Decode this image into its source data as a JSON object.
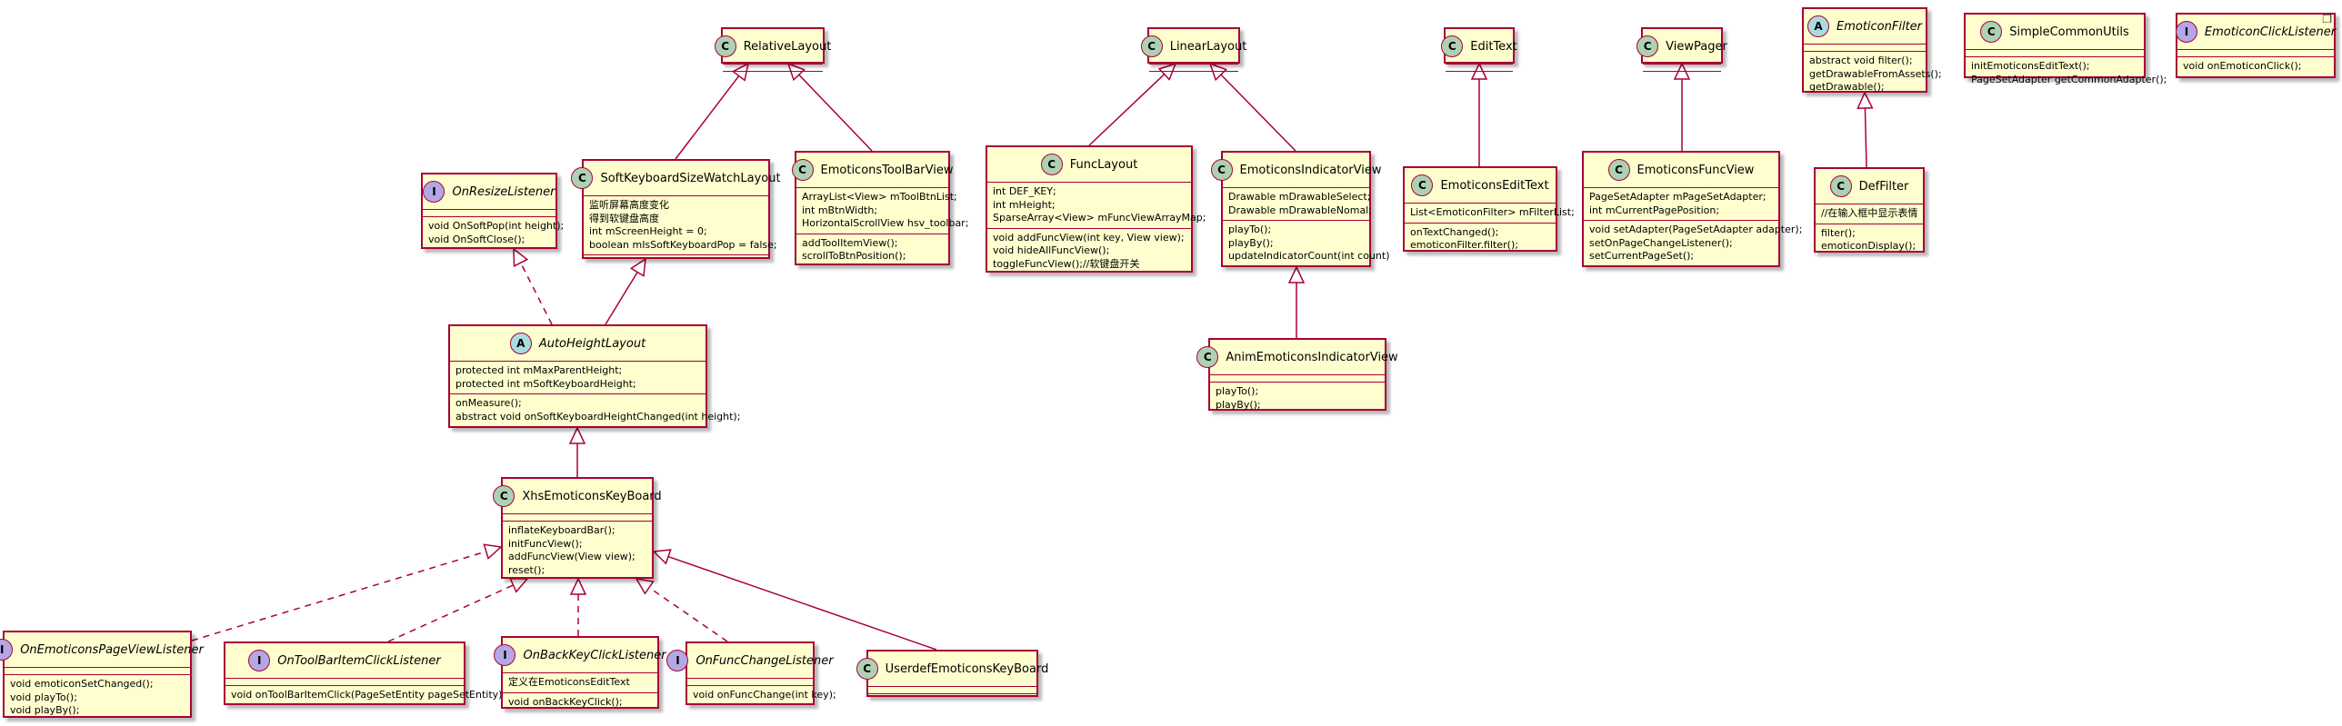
{
  "classes": {
    "RelativeLayout": {
      "kind": "C",
      "name": "RelativeLayout",
      "fields": [],
      "methods": []
    },
    "LinearLayout": {
      "kind": "C",
      "name": "LinearLayout",
      "fields": [],
      "methods": []
    },
    "EditText": {
      "kind": "C",
      "name": "EditText",
      "fields": [],
      "methods": []
    },
    "ViewPager": {
      "kind": "C",
      "name": "ViewPager",
      "fields": [],
      "methods": []
    },
    "EmoticonFilter": {
      "kind": "A",
      "name": "EmoticonFilter",
      "fields": [],
      "methods": [
        "abstract void filter();",
        "getDrawableFromAssets();",
        "getDrawable();"
      ]
    },
    "SimpleCommonUtils": {
      "kind": "C",
      "name": "SimpleCommonUtils",
      "fields": [],
      "methods": [
        "initEmoticonsEditText();",
        "PageSetAdapter getCommonAdapter();"
      ]
    },
    "EmoticonClickListener": {
      "kind": "I",
      "name": "EmoticonClickListener",
      "fields": [],
      "methods": [
        "void onEmoticonClick();"
      ]
    },
    "OnResizeListener": {
      "kind": "I",
      "name": "OnResizeListener",
      "fields": [],
      "methods": [
        "void OnSoftPop(int height);",
        "void OnSoftClose();"
      ]
    },
    "SoftKeyboardSizeWatchLayout": {
      "kind": "C",
      "name": "SoftKeyboardSizeWatchLayout",
      "fields": [
        "监听屏幕高度变化",
        "得到软键盘高度",
        "int mScreenHeight = 0;",
        "boolean mIsSoftKeyboardPop = false;"
      ],
      "methods": []
    },
    "EmoticonsToolBarView": {
      "kind": "C",
      "name": "EmoticonsToolBarView",
      "fields": [
        "ArrayList<View> mToolBtnList;",
        "int mBtnWidth;",
        "HorizontalScrollView hsv_toolbar;"
      ],
      "methods": [
        "addToolItemView();",
        "scrollToBtnPosition();"
      ]
    },
    "FuncLayout": {
      "kind": "C",
      "name": "FuncLayout",
      "fields": [
        "int DEF_KEY;",
        "int mHeight;",
        "SparseArray<View> mFuncViewArrayMap;"
      ],
      "methods": [
        "void addFuncView(int key, View view);",
        "void hideAllFuncView();",
        "toggleFuncView();//软键盘开关"
      ]
    },
    "EmoticonsIndicatorView": {
      "kind": "C",
      "name": "EmoticonsIndicatorView",
      "fields": [
        "Drawable mDrawableSelect;",
        "Drawable mDrawableNomal;"
      ],
      "methods": [
        "playTo();",
        "playBy();",
        "updateIndicatorCount(int count)"
      ]
    },
    "EmoticonsEditText": {
      "kind": "C",
      "name": "EmoticonsEditText",
      "fields": [
        "List<EmoticonFilter> mFilterList;"
      ],
      "methods": [
        "onTextChanged();",
        "emoticonFilter.filter();"
      ]
    },
    "EmoticonsFuncView": {
      "kind": "C",
      "name": "EmoticonsFuncView",
      "fields": [
        "PageSetAdapter mPageSetAdapter;",
        "int mCurrentPagePosition;"
      ],
      "methods": [
        "void setAdapter(PageSetAdapter adapter);",
        "setOnPageChangeListener();",
        "setCurrentPageSet();"
      ]
    },
    "DefFilter": {
      "kind": "C",
      "name": "DefFilter",
      "fields": [
        "//在输入框中显示表情"
      ],
      "methods": [
        "filter();",
        "emoticonDisplay();"
      ]
    },
    "AutoHeightLayout": {
      "kind": "A",
      "name": "AutoHeightLayout",
      "fields": [
        "protected int mMaxParentHeight;",
        "protected int mSoftKeyboardHeight;"
      ],
      "methods": [
        "onMeasure();",
        "abstract void onSoftKeyboardHeightChanged(int height);"
      ]
    },
    "AnimEmoticonsIndicatorView": {
      "kind": "C",
      "name": "AnimEmoticonsIndicatorView",
      "fields": [],
      "methods": [
        "playTo();",
        "playBy();"
      ]
    },
    "XhsEmoticonsKeyBoard": {
      "kind": "C",
      "name": "XhsEmoticonsKeyBoard",
      "fields": [],
      "methods": [
        "inflateKeyboardBar();",
        "initFuncView();",
        "addFuncView(View view);",
        "reset();"
      ]
    },
    "OnEmoticonsPageViewListener": {
      "kind": "I",
      "name": "OnEmoticonsPageViewListener",
      "fields": [],
      "methods": [
        "void emoticonSetChanged();",
        "void playTo();",
        "void playBy();"
      ]
    },
    "OnToolBarItemClickListener": {
      "kind": "I",
      "name": "OnToolBarItemClickListener",
      "fields": [],
      "methods": [
        "void onToolBarItemClick(PageSetEntity pageSetEntity);"
      ]
    },
    "OnBackKeyClickListener": {
      "kind": "I",
      "name": "OnBackKeyClickListener",
      "fields": [
        "定义在EmoticonsEditText"
      ],
      "methods": [
        "void onBackKeyClick();"
      ]
    },
    "OnFuncChangeListener": {
      "kind": "I",
      "name": "OnFuncChangeListener",
      "fields": [],
      "methods": [
        "void onFuncChange(int key);"
      ]
    },
    "UserdefEmoticonsKeyBoard": {
      "kind": "C",
      "name": "UserdefEmoticonsKeyBoard",
      "fields": [],
      "methods": []
    }
  },
  "relations": [
    {
      "from": "SoftKeyboardSizeWatchLayout",
      "to": "RelativeLayout",
      "type": "extends"
    },
    {
      "from": "EmoticonsToolBarView",
      "to": "RelativeLayout",
      "type": "extends"
    },
    {
      "from": "FuncLayout",
      "to": "LinearLayout",
      "type": "extends"
    },
    {
      "from": "EmoticonsIndicatorView",
      "to": "LinearLayout",
      "type": "extends"
    },
    {
      "from": "EmoticonsEditText",
      "to": "EditText",
      "type": "extends"
    },
    {
      "from": "EmoticonsFuncView",
      "to": "ViewPager",
      "type": "extends"
    },
    {
      "from": "DefFilter",
      "to": "EmoticonFilter",
      "type": "extends"
    },
    {
      "from": "AutoHeightLayout",
      "to": "OnResizeListener",
      "type": "implements"
    },
    {
      "from": "AutoHeightLayout",
      "to": "SoftKeyboardSizeWatchLayout",
      "type": "extends"
    },
    {
      "from": "AnimEmoticonsIndicatorView",
      "to": "EmoticonsIndicatorView",
      "type": "extends"
    },
    {
      "from": "XhsEmoticonsKeyBoard",
      "to": "AutoHeightLayout",
      "type": "extends"
    },
    {
      "from": "XhsEmoticonsKeyBoard",
      "to": "OnEmoticonsPageViewListener",
      "type": "implements"
    },
    {
      "from": "XhsEmoticonsKeyBoard",
      "to": "OnToolBarItemClickListener",
      "type": "implements"
    },
    {
      "from": "XhsEmoticonsKeyBoard",
      "to": "OnBackKeyClickListener",
      "type": "implements"
    },
    {
      "from": "XhsEmoticonsKeyBoard",
      "to": "OnFuncChangeListener",
      "type": "implements"
    },
    {
      "from": "UserdefEmoticonsKeyBoard",
      "to": "XhsEmoticonsKeyBoard",
      "type": "extends"
    }
  ]
}
